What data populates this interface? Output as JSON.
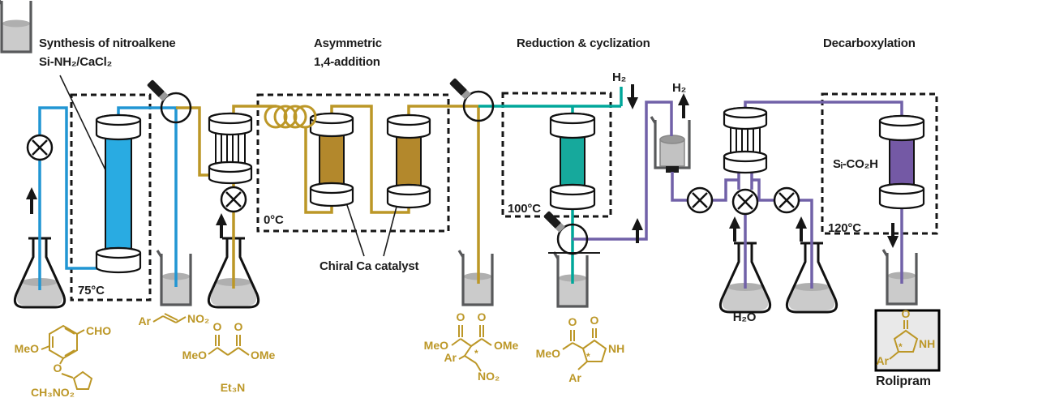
{
  "colors": {
    "blue": "#2196D3",
    "blue_fill": "#29ABE2",
    "gold": "#BC9727",
    "gold_fill": "#B3882C",
    "teal": "#00A79A",
    "teal_fill": "#16A99C",
    "purple": "#7161A8",
    "purple_fill": "#7459A5",
    "ink": "#1C1C1C",
    "vessel_gray": "#58595B",
    "liquid": "#CBCBCB",
    "liquid_surface": "#AFAFAF",
    "box_fill": "#E9E9E9"
  },
  "sections": [
    {
      "title_line1": "Synthesis of nitroalkene",
      "title_line2": "Si-NH₂/CaCl₂",
      "temperature": "75°C"
    },
    {
      "title_line1": "Asymmetric",
      "title_line2": "1,4-addition",
      "temperature": "0°C",
      "catalyst_label": "Chiral Ca catalyst"
    },
    {
      "title_line1": "Reduction & cyclization",
      "temperature": "100°C",
      "h2_inlet": "H₂",
      "h2_outlet": "H₂"
    },
    {
      "title_line1": "Decarboxylation",
      "temperature": "120°C",
      "reagent": "Sᵢ-CO₂H"
    }
  ],
  "labels": {
    "water": "H₂O",
    "product": "Rolipram"
  },
  "structures": {
    "aldehyde": {
      "cho": "CHO",
      "meo": "MeO",
      "ether_o": "O",
      "co_reagent": "CH₃NO₂"
    },
    "nitroalkene": {
      "ar": "Ar",
      "no2": "NO₂"
    },
    "malonate": {
      "meo": "MeO",
      "o1": "O",
      "o2": "O",
      "ome": "OMe",
      "base": "Et₃N"
    },
    "adduct": {
      "meo": "MeO",
      "o1": "O",
      "o2": "O",
      "ome": "OMe",
      "ar": "Ar",
      "star": "*",
      "no2": "NO₂"
    },
    "lactam": {
      "meo": "MeO",
      "o1": "O",
      "o2": "O",
      "nh": "NH",
      "ar": "Ar",
      "star": "*"
    },
    "rolipram": {
      "o": "O",
      "nh": "NH",
      "ar": "Ar",
      "star": "*"
    }
  }
}
